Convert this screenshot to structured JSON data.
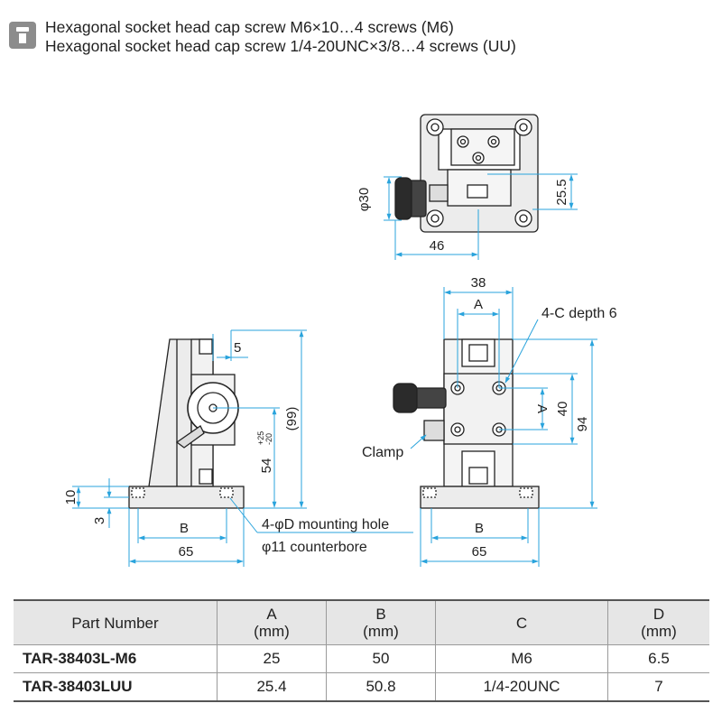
{
  "header": {
    "line1": "Hexagonal socket head cap screw M6×10…4 screws (M6)",
    "line2": "Hexagonal socket head cap screw 1/4-20UNC×3/8…4 screws (UU)"
  },
  "drawing": {
    "top_view": {
      "dia": "φ30",
      "height": "25.5",
      "width": "46"
    },
    "side_view": {
      "dim_5": "5",
      "dim_99": "(99)",
      "dim_54": "54",
      "tol_plus": "+25",
      "tol_minus": "-20",
      "dim_10": "10",
      "dim_3": "3",
      "dim_B": "B",
      "dim_65": "65"
    },
    "front_view": {
      "dim_38": "38",
      "dim_A": "A",
      "dim_A2": "A",
      "dim_40": "40",
      "dim_94": "94",
      "dim_B": "B",
      "dim_65": "65"
    },
    "callouts": {
      "c_depth": "4-C depth 6",
      "clamp": "Clamp",
      "mounting_hole": "4-φD mounting hole",
      "counterbore": "φ11 counterbore"
    }
  },
  "colors": {
    "dim_line": "#29a3dc",
    "outline": "#222222",
    "fill": "#ececec",
    "table_head": "#e6e6e6"
  },
  "table": {
    "headers": [
      {
        "line1": "Part Number",
        "line2": ""
      },
      {
        "line1": "A",
        "line2": "(mm)"
      },
      {
        "line1": "B",
        "line2": "(mm)"
      },
      {
        "line1": "C",
        "line2": ""
      },
      {
        "line1": "D",
        "line2": "(mm)"
      }
    ],
    "rows": [
      [
        "TAR-38403L-M6",
        "25",
        "50",
        "M6",
        "6.5"
      ],
      [
        "TAR-38403LUU",
        "25.4",
        "50.8",
        "1/4-20UNC",
        "7"
      ]
    ]
  }
}
